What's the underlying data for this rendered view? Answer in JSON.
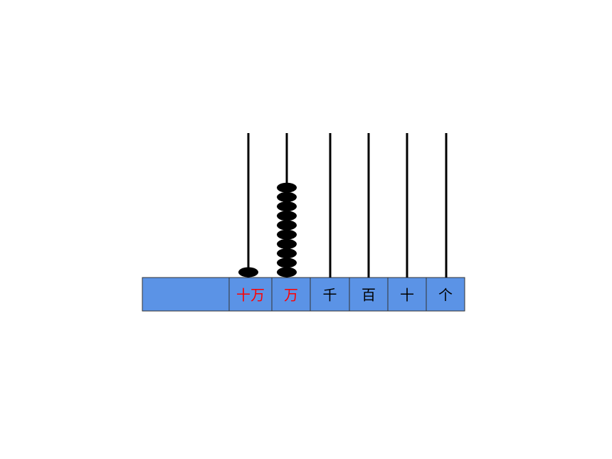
{
  "abacus": {
    "colors": {
      "base": "#5b93e6",
      "bead": "#000000",
      "rod": "#000000",
      "highlight_label": "#ff0000",
      "normal_label": "#000000"
    },
    "columns": [
      {
        "label": "十万",
        "beads": 1,
        "highlight": true
      },
      {
        "label": "万",
        "beads": 10,
        "highlight": true
      },
      {
        "label": "千",
        "beads": 0,
        "highlight": false
      },
      {
        "label": "百",
        "beads": 0,
        "highlight": false
      },
      {
        "label": "十",
        "beads": 0,
        "highlight": false
      },
      {
        "label": "个",
        "beads": 0,
        "highlight": false
      }
    ]
  }
}
